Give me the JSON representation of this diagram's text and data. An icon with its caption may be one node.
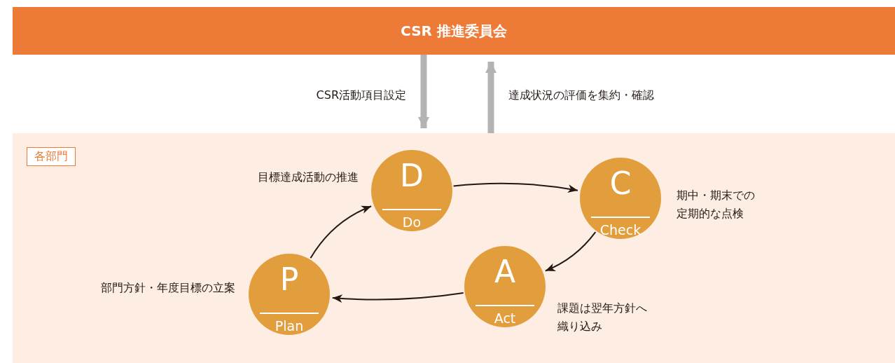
{
  "diagram": {
    "nodes": [
      {
        "text": [
          "CSR 推進委員会"
        ]
      },
      {
        "text": [
          "各部門"
        ]
      },
      {
        "text": [
          "D",
          "Do"
        ],
        "in": 1,
        "beside": [
          "目標達成活動の推進"
        ]
      },
      {
        "text": [
          "C",
          "Check"
        ],
        "in": 1,
        "beside": [
          "期中・期末での定期的な点検"
        ]
      },
      {
        "text": [
          "A",
          "Act"
        ],
        "in": 1,
        "beside": [
          "課題は翌年方針へ織り込み"
        ]
      },
      {
        "text": [
          "P",
          "Plan"
        ],
        "in": 1,
        "beside": [
          "部門方針・年度目標の立案"
        ]
      }
    ],
    "edges": [
      {
        "from": 0,
        "to": 1,
        "arrow": "to",
        "label": "CSR活動項目設定",
        "style": "thick",
        "color": "#b3b3b3"
      },
      {
        "from": 1,
        "to": 0,
        "arrow": "to",
        "label": "達成状況の評価を集約・確認",
        "style": "thick",
        "color": "#b3b3b3"
      },
      {
        "from": 5,
        "to": 2,
        "arrow": "to"
      },
      {
        "from": 2,
        "to": 3,
        "arrow": "to"
      },
      {
        "from": 3,
        "to": 4,
        "arrow": "to"
      },
      {
        "from": 4,
        "to": 5,
        "arrow": "to"
      }
    ]
  }
}
